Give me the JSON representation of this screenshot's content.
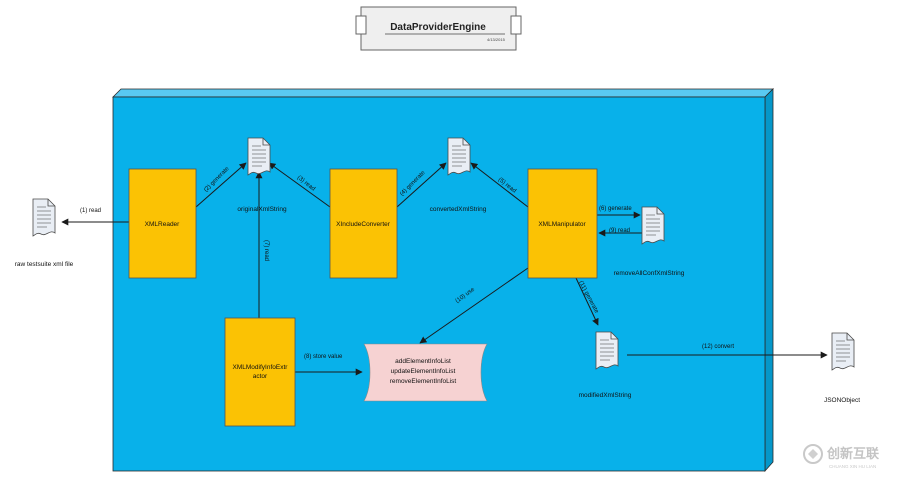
{
  "component": {
    "title": "DataProviderEngine",
    "subtitle": "4/13/2015"
  },
  "nodes": {
    "raw_file": "raw testsuite xml file",
    "xml_reader": "XMLReader",
    "original_xml": "originalXmlString",
    "xinclude": "XIncludeConverter",
    "converted_xml": "convertedXmlString",
    "xml_manipulator": "XMLManipulator",
    "remove_all_conf": "removeAllConfXmlString",
    "modify_extractor_line1": "XMLModifyInfoExtr",
    "modify_extractor_line2": "actor",
    "info_list_1": "addElementInfoList",
    "info_list_2": "updateElementInfoList",
    "info_list_3": "removeElementInfoList",
    "modified_xml": "modifiedXmlString",
    "json_object": "JSONObject"
  },
  "edges": {
    "e1": "(1) read",
    "e2": "(2) generate",
    "e3": "(3) read",
    "e4": "(4) generate",
    "e5": "(5) read",
    "e6": "(6) generate",
    "e7": "(7) read",
    "e8": "(8) store value",
    "e9": "(9) read",
    "e10": "(10) use",
    "e11": "(11) generate",
    "e12": "(12) convert"
  },
  "watermark": {
    "text": "创新互联",
    "subtext": "CHUANG XIN HU LIAN"
  },
  "colors": {
    "panel": "#08b1ea",
    "panel_side": "#0597c9",
    "process": "#fbc204",
    "datastore": "#f6d2d2",
    "document": "#e9eef5"
  }
}
